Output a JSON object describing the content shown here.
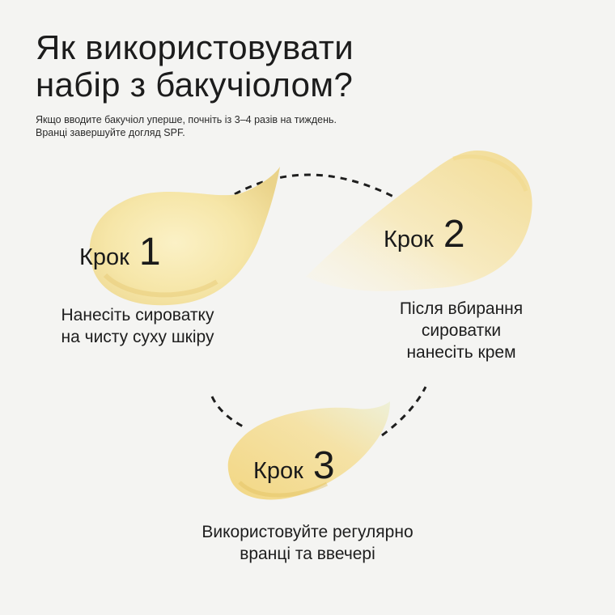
{
  "header": {
    "title_line1": "Як використовувати",
    "title_line2": "набір з бакучіолом?"
  },
  "intro": {
    "line1": "Якщо вводите бакучіол уперше, почніть із 3–4 разів на тиждень.",
    "line2": "Вранці завершуйте догляд SPF."
  },
  "steps": [
    {
      "word": "Крок",
      "number": "1",
      "desc_line1": "Нанесіть сироватку",
      "desc_line2": "на чисту суху шкіру",
      "desc_line3": ""
    },
    {
      "word": "Крок",
      "number": "2",
      "desc_line1": "Після вбирання",
      "desc_line2": "сироватки",
      "desc_line3": "нанесіть крем"
    },
    {
      "word": "Крок",
      "number": "3",
      "desc_line1": "Використовуйте регулярно",
      "desc_line2": "вранці та ввечері",
      "desc_line3": ""
    }
  ],
  "colors": {
    "background": "#f4f4f2",
    "cream": "#f6e6a8",
    "cream_shadow": "#e9cf7a",
    "dashes": "#1e1e1e"
  }
}
